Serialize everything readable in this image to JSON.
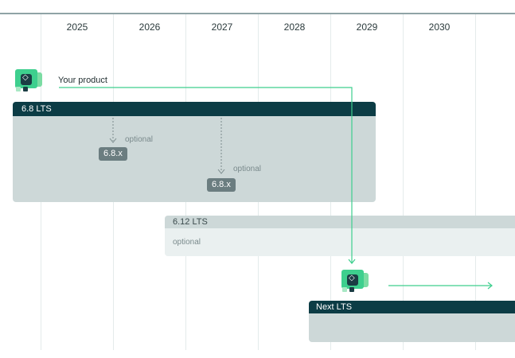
{
  "years": [
    "2025",
    "2026",
    "2027",
    "2028",
    "2029",
    "2030"
  ],
  "product": {
    "label": "Your product"
  },
  "lts_68": {
    "title": "6.8 LTS",
    "updates": [
      {
        "pill": "6.8.x",
        "optional": "optional"
      },
      {
        "pill": "6.8.x",
        "optional": "optional"
      }
    ]
  },
  "lts_612": {
    "title": "6.12 LTS",
    "optional": "optional"
  },
  "lts_next": {
    "title": "Next LTS"
  },
  "colors": {
    "accent_green": "#3ecf8e",
    "dark_teal": "#0c3c45",
    "block_gray": "#cdd8d8",
    "pill_gray": "#6b7d80"
  }
}
